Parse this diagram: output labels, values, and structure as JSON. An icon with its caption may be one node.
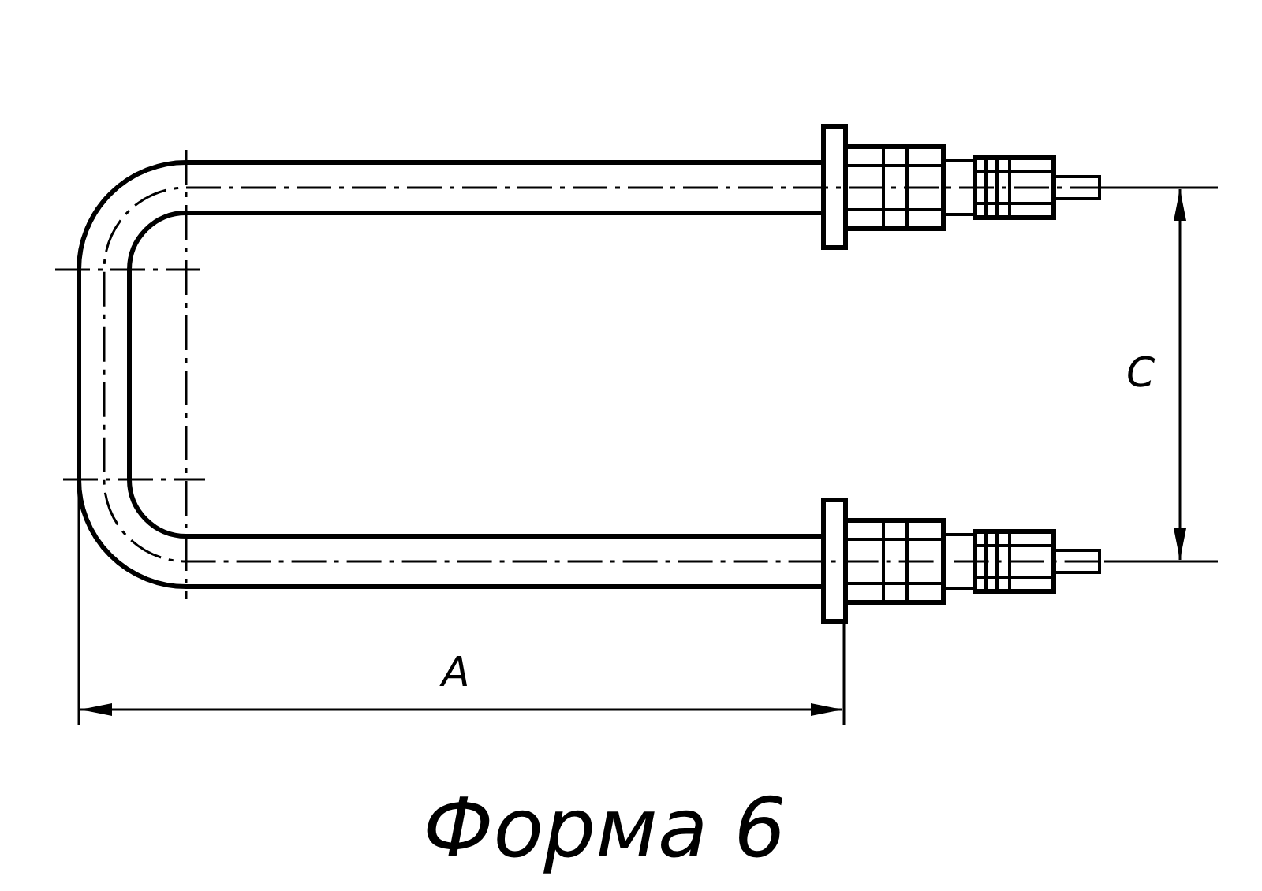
{
  "diagram": {
    "caption": "Форма 6",
    "labels": [
      "C",
      "A"
    ]
  }
}
